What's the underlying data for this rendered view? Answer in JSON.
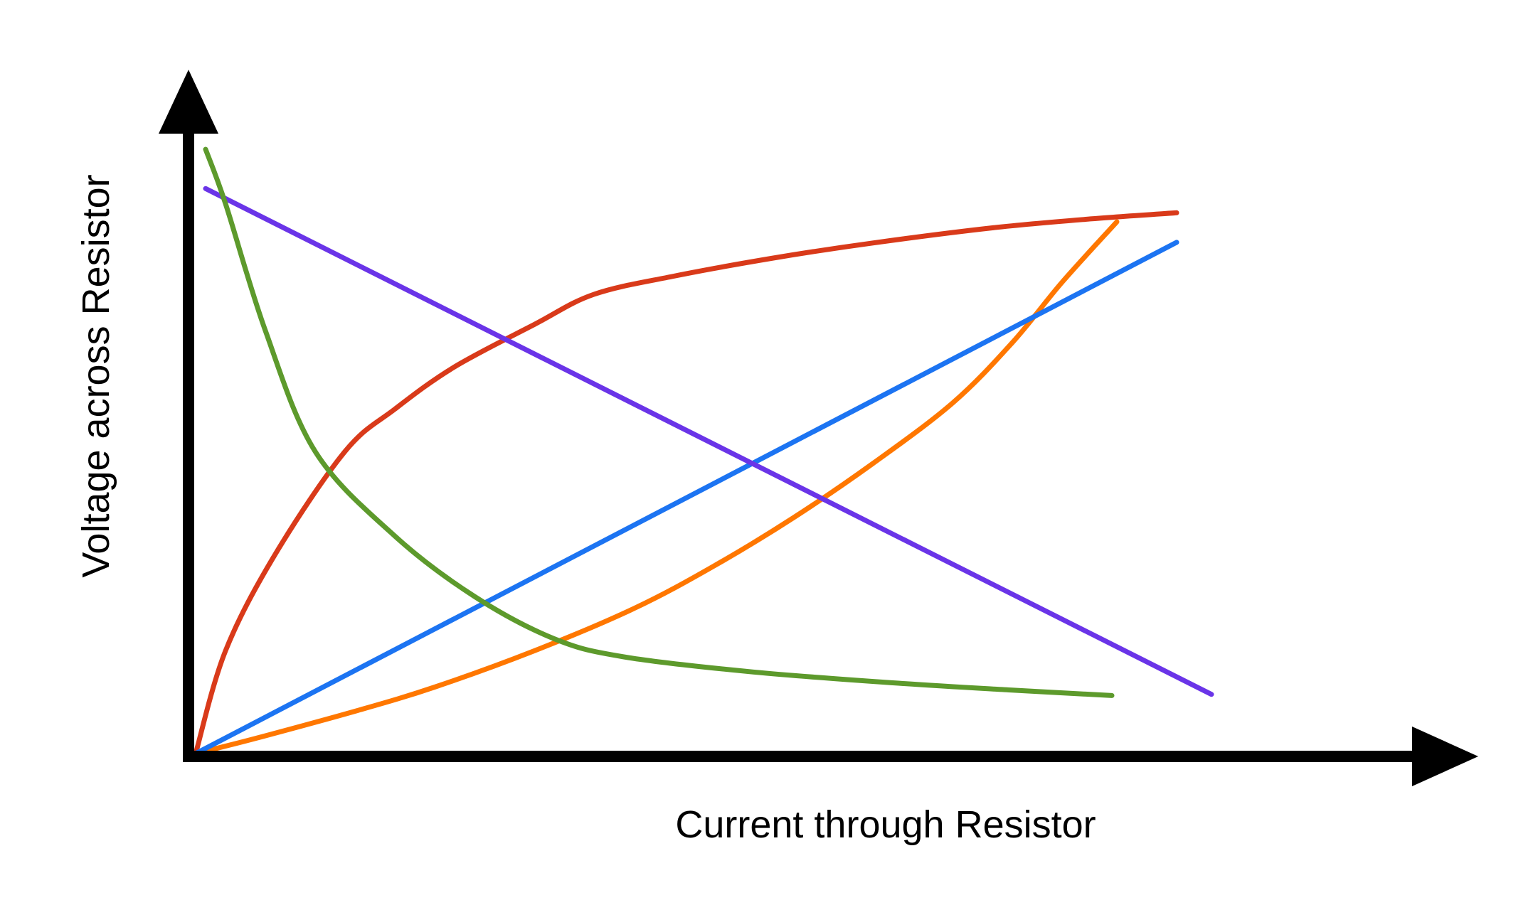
{
  "chart_data": {
    "type": "line",
    "title": "",
    "xlabel": "Current through Resistor",
    "ylabel": "Voltage across Resistor",
    "xlim": [
      0,
      100
    ],
    "ylim": [
      0,
      100
    ],
    "grid": false,
    "legend": "none",
    "x_ticks": "none",
    "y_ticks": "none",
    "series": [
      {
        "color": "#d93a1a",
        "points": [
          [
            0,
            0
          ],
          [
            3,
            17
          ],
          [
            8,
            33
          ],
          [
            15,
            50
          ],
          [
            20,
            57
          ],
          [
            26,
            64
          ],
          [
            34,
            71
          ],
          [
            40,
            76
          ],
          [
            48,
            79
          ],
          [
            58,
            82
          ],
          [
            68,
            84.5
          ],
          [
            80,
            87
          ],
          [
            90,
            88.5
          ],
          [
            98.5,
            89.5
          ]
        ]
      },
      {
        "color": "#ff7700",
        "points": [
          [
            0,
            0
          ],
          [
            6,
            2.5
          ],
          [
            16,
            7
          ],
          [
            24,
            11
          ],
          [
            34,
            17
          ],
          [
            44,
            24
          ],
          [
            52,
            31
          ],
          [
            60,
            39
          ],
          [
            68,
            48
          ],
          [
            76,
            58
          ],
          [
            82,
            68
          ],
          [
            87,
            78
          ],
          [
            92.5,
            88
          ]
        ]
      },
      {
        "color": "#1c74f2",
        "points": [
          [
            0,
            0
          ],
          [
            98.5,
            84.6
          ]
        ]
      },
      {
        "color": "#6a34e8",
        "points": [
          [
            1,
            93.5
          ],
          [
            102,
            9.8
          ]
        ]
      },
      {
        "color": "#5d9a2c",
        "points": [
          [
            1,
            100
          ],
          [
            3,
            91
          ],
          [
            7,
            70
          ],
          [
            12,
            50
          ],
          [
            20,
            36
          ],
          [
            28,
            26
          ],
          [
            36,
            19
          ],
          [
            43,
            16
          ],
          [
            56,
            13.5
          ],
          [
            70,
            11.7
          ],
          [
            82,
            10.5
          ],
          [
            92,
            9.6
          ]
        ]
      }
    ]
  }
}
